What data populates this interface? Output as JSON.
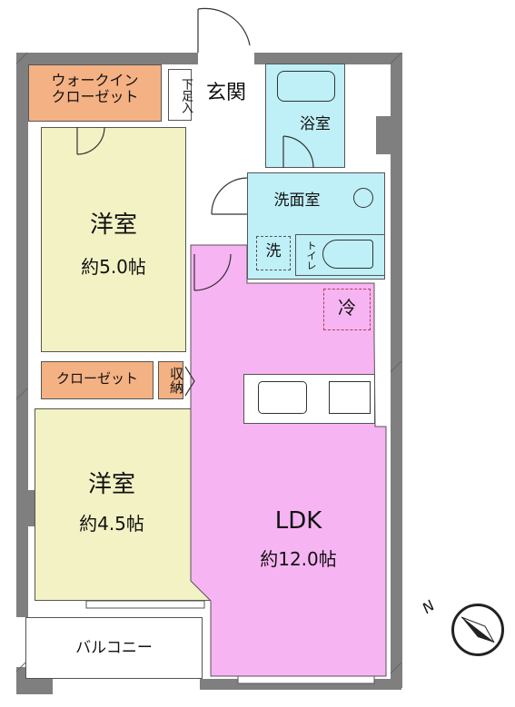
{
  "plan": {
    "rooms": {
      "walk_in_closet": {
        "label_line1": "ウォークイン",
        "label_line2": "クローゼット",
        "color": "#F4B183"
      },
      "shoe_storage": {
        "label": "下足入"
      },
      "genkan": {
        "label": "玄関"
      },
      "bathroom": {
        "label": "浴室",
        "color": "#BFEFF7"
      },
      "washroom": {
        "label": "洗面室",
        "color": "#BFEFF7"
      },
      "washer": {
        "label": "洗"
      },
      "toilet": {
        "label": "トイレ"
      },
      "fridge": {
        "label": "冷"
      },
      "bedroom_1": {
        "label": "洋室",
        "size": "約5.0帖",
        "color": "#F2F2C4"
      },
      "closet": {
        "label": "クローゼット",
        "color": "#F4B183"
      },
      "storage": {
        "label": "収納",
        "color": "#F4B183"
      },
      "bedroom_2": {
        "label": "洋室",
        "size": "約4.5帖",
        "color": "#F2F2C4"
      },
      "ldk": {
        "label": "LDK",
        "size": "約12.0帖",
        "color": "#F7B4F2"
      },
      "balcony": {
        "label": "バルコニー"
      }
    },
    "compass": {
      "label": "N"
    },
    "colors": {
      "wall": "#7f7f7f",
      "hatch": "#666666"
    }
  }
}
